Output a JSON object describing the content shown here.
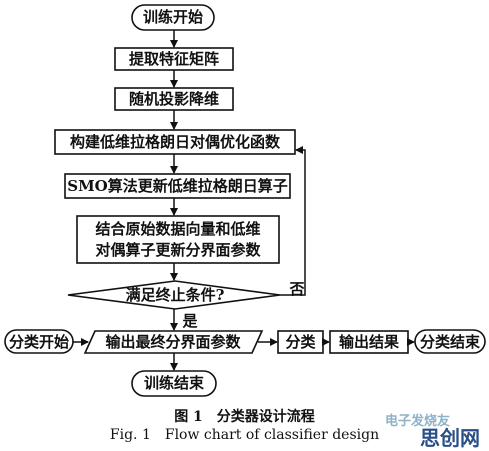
{
  "flowchart": {
    "start": "训练开始",
    "step1": "提取特征矩阵",
    "step2": "随机投影降维",
    "step3": "构建低维拉格朗日对偶优化函数",
    "step4": "SMO算法更新低维拉格朗日算子",
    "step5_line1": "结合原始数据向量和低维",
    "step5_line2": "对偶算子更新分界面参数",
    "decision": "满足终止条件?",
    "no": "否",
    "yes": "是",
    "end": "训练结束"
  },
  "classify": {
    "start": "分类开始",
    "output_params": "输出最终分界面参数",
    "classify": "分类",
    "output_result": "输出结果",
    "end": "分类结束"
  },
  "caption": {
    "cn": "图 1　分类器设计流程",
    "en": "Fig. 1　Flow chart of classifier design"
  },
  "watermark": {
    "top": "电子发烧友",
    "bottom": "思创网"
  }
}
